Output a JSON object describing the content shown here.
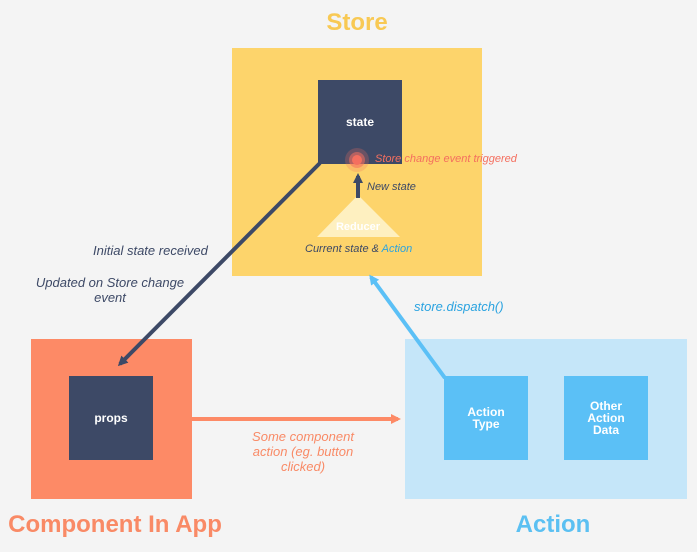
{
  "store": {
    "title": "Store",
    "state_label": "state",
    "event_label": "Store change event triggered",
    "new_state_label": "New state",
    "reducer_label": "Reducer",
    "reducer_input_prefix": "Current state &",
    "reducer_input_action": "Action"
  },
  "component": {
    "title": "Component In App",
    "props_label": "props",
    "action_note_line1": "Some component",
    "action_note_line2": "action (eg. button",
    "action_note_line3": "clicked)"
  },
  "action": {
    "title": "Action",
    "type_line1": "Action",
    "type_line2": "Type",
    "data_line1": "Other",
    "data_line2": "Action",
    "data_line3": "Data",
    "dispatch_label": "store.dispatch()"
  },
  "flow": {
    "initial_label": "Initial state received",
    "updated_line1": "Updated on Store change",
    "updated_line2": "event"
  },
  "colors": {
    "store_title": "#f8c954",
    "store_bg": "#fdd46b",
    "component_title": "#f98a66",
    "component_bg": "#fd8a66",
    "action_title": "#5bc0f2",
    "action_bg": "#c5e6f9",
    "action_box": "#5bc0f6",
    "dark_box": "#3d4966",
    "reducer": "#fef0c0",
    "event": "#f46f5f"
  }
}
